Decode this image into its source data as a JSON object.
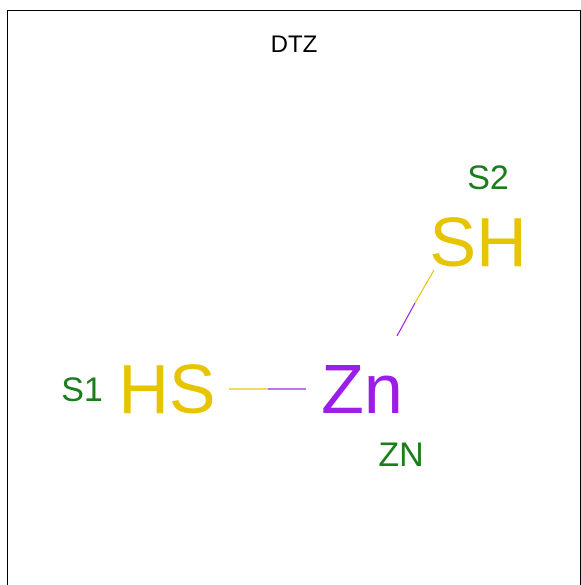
{
  "title": "DTZ",
  "colors": {
    "zinc": "#9a1ee8",
    "sulfur": "#e6c400",
    "label": "#1b7d1b"
  },
  "atoms": {
    "zn": {
      "symbol": "Zn",
      "label": "ZN"
    },
    "s1": {
      "symbol": "HS",
      "label": "S1"
    },
    "s2": {
      "symbol": "SH",
      "label": "S2"
    }
  }
}
